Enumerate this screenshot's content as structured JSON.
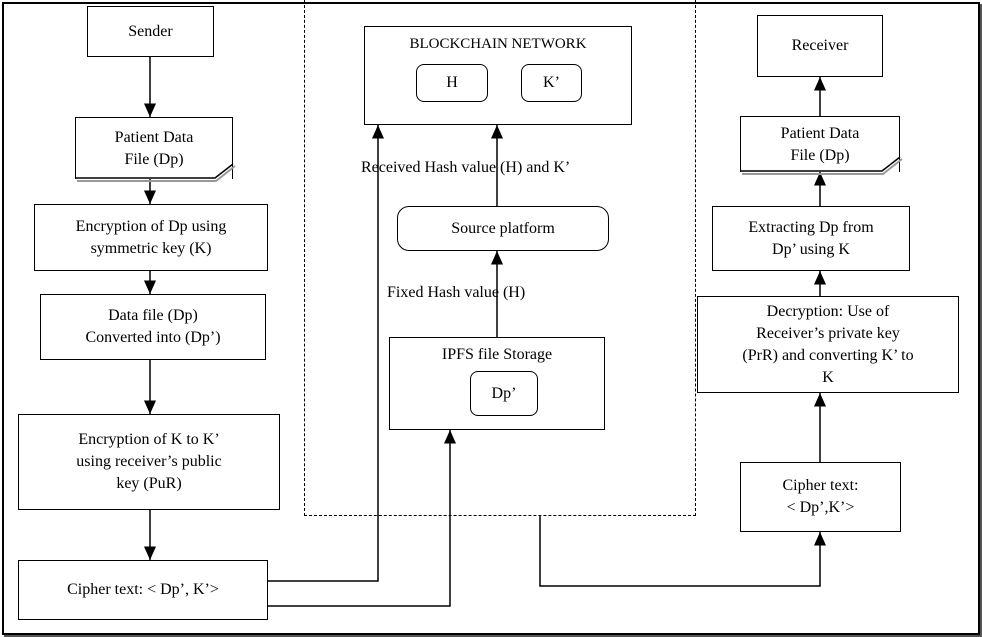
{
  "left": {
    "sender": "Sender",
    "patient_file": [
      "Patient Data",
      "File (Dp)"
    ],
    "encrypt_dp": [
      "Encryption of Dp using",
      "symmetric key (K)"
    ],
    "converted": [
      "Data file (Dp)",
      "Converted into (Dp’)"
    ],
    "encrypt_k": [
      "Encryption of K to K’",
      "using receiver’s public",
      "key (PuR)"
    ],
    "cipher": "Cipher text: < Dp’, K’>"
  },
  "middle": {
    "network_title": "BLOCKCHAIN NETWORK",
    "h": "H",
    "kprime": "K’",
    "received_label": "Received Hash  value (H) and K’",
    "source_platform": "Source platform",
    "fixed_label": "Fixed Hash  value (H)",
    "ipfs": "IPFS file Storage",
    "dp_prime": "Dp’"
  },
  "right": {
    "receiver": "Receiver",
    "patient_file": [
      "Patient Data",
      "File (Dp)"
    ],
    "extracting": [
      "Extracting Dp from",
      "Dp’ using K"
    ],
    "decryption": [
      "Decryption: Use of",
      "Receiver’s private key",
      "(PrR) and converting K’ to",
      "K"
    ],
    "cipher": [
      "Cipher text:",
      "< Dp’,K’>"
    ]
  }
}
